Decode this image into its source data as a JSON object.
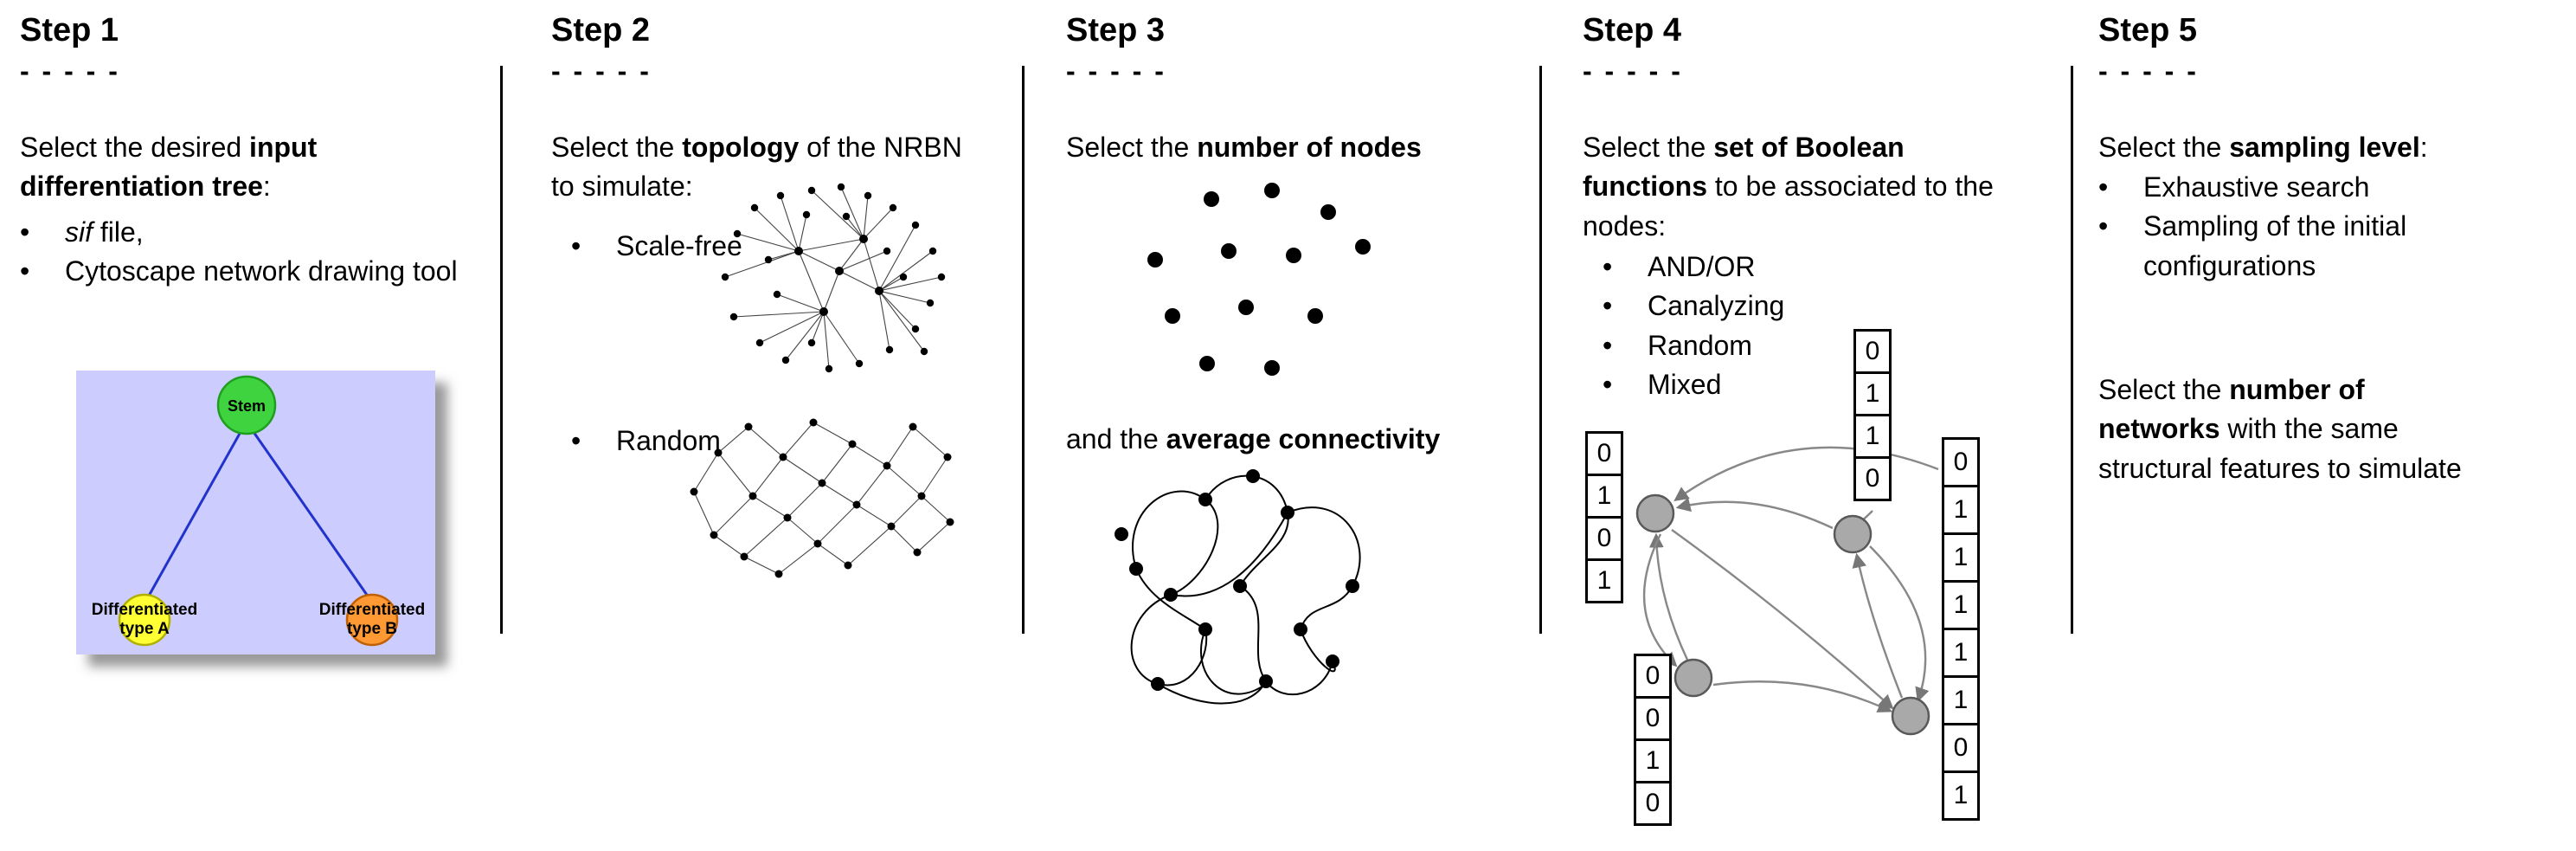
{
  "ui": {
    "bullet": "•"
  },
  "step1": {
    "title": "Step 1",
    "dashes": "- - - - -",
    "intro_pre": "Select the desired ",
    "intro_bold": "input differentiation tree",
    "intro_post": ":",
    "bullet1_italic": "sif",
    "bullet1_rest": " file,",
    "bullet2": "Cytoscape network drawing tool",
    "tree": {
      "root_label": "Stem",
      "left_label_line1": "Differentiated",
      "left_label_line2": "type A",
      "right_label_line1": "Differentiated",
      "right_label_line2": "type B"
    },
    "colors": {
      "tree_background": "#ccccff",
      "stem_node": "#3fd43f",
      "type_a_node": "#ffff33",
      "type_b_node": "#ff9933",
      "tree_edge": "#2233cc"
    }
  },
  "step2": {
    "title": "Step 2",
    "dashes": "- - - - -",
    "intro_pre": "Select the ",
    "intro_bold": "topology",
    "intro_post": " of the NRBN to simulate:",
    "bullet1": "Scale-free",
    "bullet2": "Random"
  },
  "step3": {
    "title": "Step 3",
    "dashes": "- - - - -",
    "line1_pre": "Select the ",
    "line1_bold": "number of nodes",
    "line2_pre": "and the ",
    "line2_bold": "average connectivity"
  },
  "step4": {
    "title": "Step 4",
    "dashes": "- - - - -",
    "intro_pre": "Select the ",
    "intro_bold": "set of Boolean functions",
    "intro_post": " to be associated to the nodes:",
    "bullets": [
      "AND/OR",
      "Canalyzing",
      "Random",
      "Mixed"
    ],
    "truth_tables": {
      "left": [
        "0",
        "1",
        "0",
        "1"
      ],
      "top": [
        "0",
        "1",
        "1",
        "0"
      ],
      "bottom": [
        "0",
        "0",
        "1",
        "0"
      ],
      "right": [
        "0",
        "1",
        "1",
        "1",
        "1",
        "1",
        "0",
        "1"
      ]
    }
  },
  "step5": {
    "title": "Step 5",
    "dashes": "- - - - -",
    "intro_pre": "Select the ",
    "intro_bold": "sampling level",
    "intro_post": ":",
    "bullet1": "Exhaustive search",
    "bullet2": "Sampling of the initial configurations",
    "second_line1_pre": "Select the ",
    "second_line1_bold": "number of",
    "second_line2_bold": "networks",
    "second_line2_rest": " with the same",
    "second_line3": "structural features to simulate"
  }
}
